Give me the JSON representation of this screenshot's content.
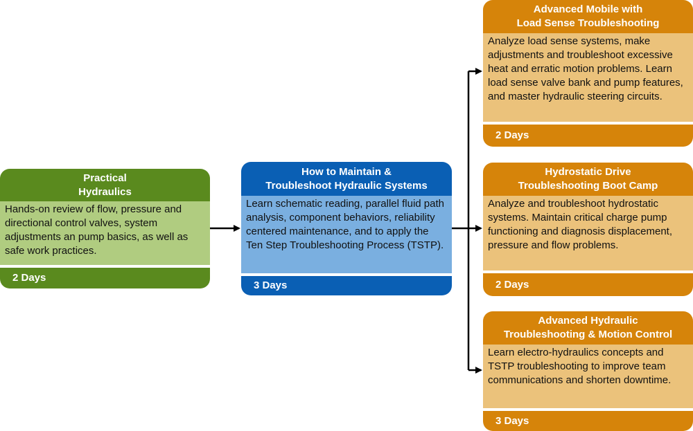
{
  "colors": {
    "green_dark": "#5a8a1e",
    "green_light": "#b0cc80",
    "blue_dark": "#0a5fb4",
    "blue_light": "#7aafe0",
    "orange_dark": "#d6840a",
    "orange_light": "#ebc27b",
    "arrow": "#000000"
  },
  "courses": [
    {
      "title": "Practical\nHydraulics",
      "description": "Hands-on review of flow, pressure and directional control valves, system adjustments an pump basics, as well as safe work practices.",
      "duration": "2 Days"
    },
    {
      "title": "How to Maintain &\nTroubleshoot Hydraulic Systems",
      "description": "Learn schematic reading, parallel fluid path analysis, component behaviors, reliability centered maintenance, and to apply the Ten Step Troubleshooting Process (TSTP).",
      "duration": "3 Days"
    },
    {
      "title": "Advanced Mobile with\nLoad Sense Troubleshooting",
      "description": "Analyze load sense systems, make adjustments and troubleshoot excessive heat and erratic motion problems. Learn load sense valve bank and pump features, and master hydraulic steering circuits.",
      "duration": "2 Days"
    },
    {
      "title": "Hydrostatic Drive\nTroubleshooting Boot Camp",
      "description": "Analyze and troubleshoot hydrostatic systems. Maintain critical charge pump functioning and diagnosis displacement, pressure and flow problems.",
      "duration": "2 Days"
    },
    {
      "title": "Advanced Hydraulic\nTroubleshooting & Motion Control",
      "description": "Learn electro-hydraulics concepts and TSTP troubleshooting  to improve team communications and shorten downtime.",
      "duration": "3 Days"
    }
  ]
}
